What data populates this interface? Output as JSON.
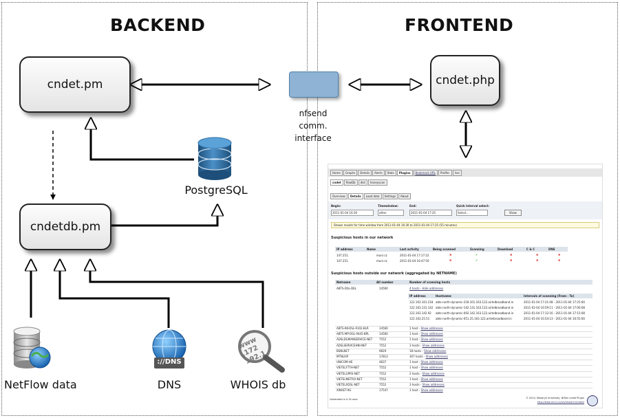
{
  "backend": {
    "heading": "BACKEND",
    "cndet_pm": "cndet.pm",
    "cndetdb_pm": "cndetdb.pm",
    "postgresql": "PostgreSQL",
    "netflow": "NetFlow data",
    "dns": "DNS",
    "dns_badge": "://DNS",
    "whois": "WHOIS db",
    "whois_text": "www .172 192.1"
  },
  "frontend": {
    "heading": "FRONTEND",
    "cndet_php": "cndet.php"
  },
  "interface": {
    "line1": "nfsend",
    "line2": "comm.",
    "line3": "interface"
  },
  "webshot": {
    "top_tabs": [
      "Home",
      "Graphs",
      "Details",
      "Alerts",
      "Stats",
      "Plugins",
      "Bookmark URL",
      "Profile:",
      "live"
    ],
    "plugin_tabs": [
      "cndet",
      "flowDb",
      "dist",
      "honeyscan"
    ],
    "sub_tabs": [
      "Overview",
      "Details",
      "Load data",
      "Settings",
      "About"
    ],
    "begin_label": "Begin:",
    "begin_value": "2011-01-04 16:30",
    "timewindow_label": "Timewindow:",
    "timewindow_value": "other",
    "end_label": "End:",
    "end_value": "2011-01-04 17:25",
    "quick_label": "Quick interval select:",
    "quick_value": "Select...",
    "show_button": "Show",
    "info_text": "Shown results for time window from 2011-01-04 16:30 to 2011-01-04 17:25 (55 minutes)",
    "section1": "Suspicious hosts in our network",
    "table1_headers": [
      "IP address",
      "Name",
      "Last activity",
      "Being scanned",
      "Scanning",
      "Download",
      "C & C",
      "DNS"
    ],
    "table1_rows": [
      [
        "147.251.",
        "muni.cz",
        "2011-01-04 17:17:22"
      ],
      [
        "147.251.",
        "muni.cz",
        "2011-01-04 16:47:50"
      ]
    ],
    "section2": "Suspicious hosts outside our network (aggregated by NETNAME)",
    "table2_headers": [
      "Netname",
      "All number",
      "Number of scanning hosts"
    ],
    "first_net": "ABTS-DSL-DEL",
    "first_all": "14560",
    "first_hosts": "4 hosts - Hide addresses",
    "inner_headers": [
      "IP address",
      "Hostname",
      "Intervals of scanning (From - To)"
    ],
    "inner_rows": [
      [
        "122.163.101.218",
        "abts-north-dynamic-218.101.163.122.airtelbroadband.in",
        "2011-01-04 17:21:08 - 2011-01-04 17:25:00"
      ],
      [
        "122.163.131.142",
        "abts-north-dynamic-142.131.163.122.airtelbroadband.in",
        "2011-01-04 16:59:11 - 2011-01-04 17:00:08"
      ],
      [
        "122.163.142.92",
        "abts-north-dynamic-092.142.163.122.airtelbroadband.in",
        "2011-01-04 17:12:16 - 2011-01-04 17:15:08"
      ],
      [
        "122.163.25.51",
        "abts-north-dynamic-051.25.163.122.airtelbroadband.in",
        "2011-01-04 16:54:13 - 2011-01-04 16:55:00"
      ]
    ],
    "table2_rows": [
      [
        "ABTS-KK-DSL-9102-BLR",
        "14560",
        "1 host - ",
        "Show addresses"
      ],
      [
        "ABTS-MP-DSL-9445-BPL",
        "14560",
        "1 host - ",
        "Show addresses"
      ],
      [
        "ADSLDGMANSERVICE-NET",
        "7552",
        "1 host - ",
        "Show addresses"
      ],
      [
        "ADSLSERVICEHNI-NET",
        "7552",
        "3 hosts - ",
        "Show addresses"
      ],
      [
        "BSNLNET",
        "9829",
        "18 hosts - ",
        "Show addresses"
      ],
      [
        "MTNLISP",
        "17813",
        "307 hosts - ",
        "Show addresses"
      ],
      [
        "UNICOM-HE",
        "4837",
        "1 host - ",
        "Show addresses"
      ],
      [
        "VIETELFTTH-NET",
        "7552",
        "1 host - ",
        "Show addresses"
      ],
      [
        "VIETELGPRS-NET",
        "7552",
        "2 hosts - ",
        "Show addresses"
      ],
      [
        "VIETELMETRO-NET",
        "7552",
        "1 host - ",
        "Show addresses"
      ],
      [
        "VIETELXDSL-NET",
        "7552",
        "3 hosts - ",
        "Show addresses"
      ],
      [
        "XINXET-9G",
        "17547",
        "1 host - ",
        "Show addresses"
      ]
    ],
    "footer_left": "Generated in 0.34 secs",
    "footer_right1": "© 2010, Masaryk University, NfSen cndet Plugin",
    "footer_right2": "http://www.muni.cz/ics/research/cndet/"
  },
  "colors": {
    "interface_box": "#8fb3d4",
    "db_blue": "#2f6fa3",
    "panel_border": "#555555"
  }
}
